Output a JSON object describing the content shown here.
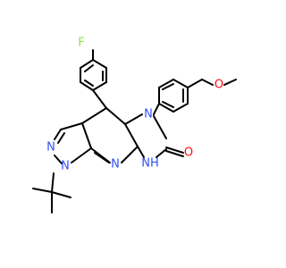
{
  "atom_labels": {
    "F": "F",
    "O_methoxy": "O",
    "N_imid": "N",
    "N_pyrazole_1": "N",
    "N_pyrazole_2": "N",
    "N_pyridine": "N",
    "NH": "NH",
    "O_carbonyl": "O"
  },
  "colors": {
    "N": "#3050F8",
    "O": "#FF0D0D",
    "F": "#90E050",
    "bond": "#000000"
  }
}
